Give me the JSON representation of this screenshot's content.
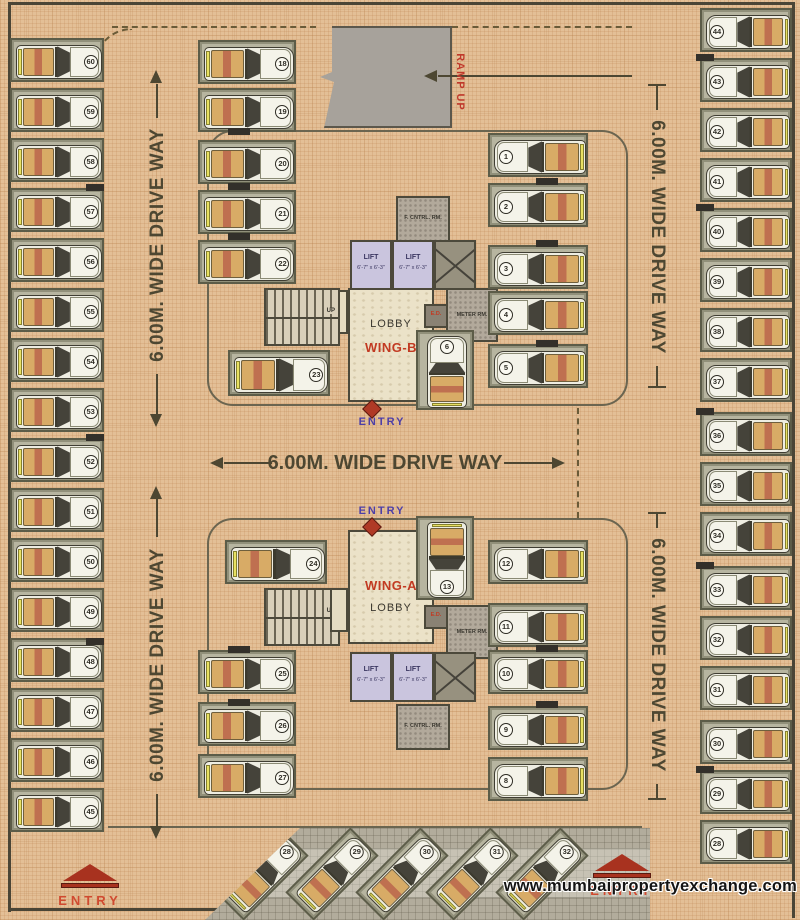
{
  "watermark": "www.mumbaipropertyexchange.com",
  "labels": {
    "driveway": "6.00M. WIDE DRIVE WAY",
    "ramp_up": "RAMP UP",
    "entry": "ENTRY",
    "up": "UP",
    "lobby": "LOBBY",
    "wing_a": "WING-A",
    "wing_b": "WING-B",
    "lift": "LIFT",
    "lift_size": "6'-7\" x 6'-3\"",
    "meter_room": "METER RM.",
    "fire_control_room": "F. CNTRL. RM.",
    "electric_duct": "E.D."
  },
  "parking": {
    "left_outer_column": [
      60,
      59,
      58,
      57,
      56,
      55,
      54,
      53,
      52,
      51,
      50,
      49,
      48,
      47,
      46,
      45
    ],
    "right_outer_column": [
      44,
      43,
      42,
      41,
      40,
      39,
      38,
      37,
      36,
      35,
      34,
      33,
      32,
      31,
      30,
      29,
      28
    ],
    "inner_left_upper": [
      18,
      19,
      20,
      21,
      22
    ],
    "stair_adjacent_wing_b": 23,
    "inner_left_lower": [
      24,
      25,
      26,
      27
    ],
    "inner_right_upper": [
      1,
      2,
      3,
      4,
      5
    ],
    "wing_b_vertical": 6,
    "inner_right_lower": [
      12,
      11,
      10,
      9,
      8
    ],
    "wing_a_vertical": 13,
    "diagonal_row": [
      28,
      29,
      30,
      31,
      32
    ]
  },
  "colors": {
    "background": "#e3bf96",
    "wing_text": "#c23a22",
    "entry_text_purple": "#4d3fa8",
    "entry_text_red": "#d04a30",
    "marker_red": "#b03a26",
    "driveway_text": "#4d4732",
    "lift_room": "#cac5de",
    "lobby": "#ebe2c8",
    "utility_room": "#b2a99b",
    "ramp": "#a7a29b",
    "car_body": "#f4f3e9",
    "stall_frame": "#5c5c48"
  }
}
